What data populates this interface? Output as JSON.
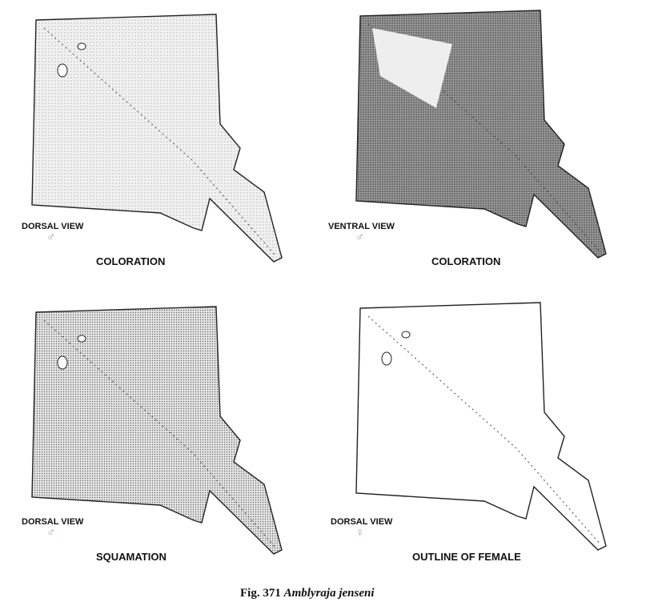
{
  "panels": [
    {
      "view": "DORSAL VIEW",
      "sex": "♂",
      "title": "COLORATION"
    },
    {
      "view": "VENTRAL VIEW",
      "sex": "♂",
      "title": "COLORATION"
    },
    {
      "view": "DORSAL VIEW",
      "sex": "♂",
      "title": "SQUAMATION"
    },
    {
      "view": "DORSAL VIEW",
      "sex": "♀",
      "title": "OUTLINE OF FEMALE"
    }
  ],
  "caption": {
    "label": "Fig. 371",
    "species": "Amblyraja jenseni"
  }
}
